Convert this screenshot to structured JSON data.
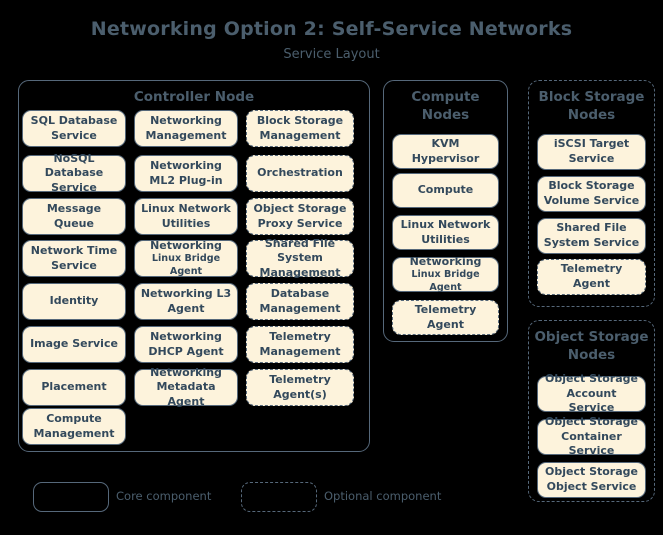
{
  "header": {
    "title": "Networking Option 2: Self-Service Networks",
    "subtitle": "Service Layout"
  },
  "groups": {
    "controller": {
      "title": "Controller Node",
      "border": "solid",
      "columns": [
        [
          {
            "label": "SQL Database Service",
            "type": "core"
          },
          {
            "label": "NoSQL Database Service",
            "type": "core"
          },
          {
            "label": "Message Queue",
            "type": "core"
          },
          {
            "label": "Network Time Service",
            "type": "core"
          },
          {
            "label": "Identity",
            "type": "core"
          },
          {
            "label": "Image Service",
            "type": "core"
          },
          {
            "label": "Placement",
            "type": "core"
          },
          {
            "label": "Compute Management",
            "type": "core"
          }
        ],
        [
          {
            "label": "Networking Management",
            "type": "core"
          },
          {
            "label": "Networking ML2 Plug-in",
            "type": "core"
          },
          {
            "label": "Linux Network Utilities",
            "type": "core"
          },
          {
            "label": "Networking",
            "sub": "Linux Bridge Agent",
            "type": "core"
          },
          {
            "label": "Networking L3 Agent",
            "type": "core"
          },
          {
            "label": "Networking DHCP Agent",
            "type": "core"
          },
          {
            "label": "Networking Metadata Agent",
            "type": "core"
          }
        ],
        [
          {
            "label": "Block Storage Management",
            "type": "optional"
          },
          {
            "label": "Orchestration",
            "type": "optional"
          },
          {
            "label": "Object Storage Proxy Service",
            "type": "optional"
          },
          {
            "label": "Shared File System Management",
            "type": "optional"
          },
          {
            "label": "Database Management",
            "type": "optional"
          },
          {
            "label": "Telemetry Management",
            "type": "optional"
          },
          {
            "label": "Telemetry Agent(s)",
            "type": "optional"
          }
        ]
      ]
    },
    "compute": {
      "title": "Compute Nodes",
      "border": "solid",
      "items": [
        {
          "label": "KVM Hypervisor",
          "type": "core"
        },
        {
          "label": "Compute",
          "type": "core"
        },
        {
          "label": "Linux Network Utilities",
          "type": "core"
        },
        {
          "label": "Networking",
          "sub": "Linux Bridge Agent",
          "type": "core"
        },
        {
          "label": "Telemetry Agent",
          "type": "optional"
        }
      ]
    },
    "block_storage": {
      "title": "Block Storage Nodes",
      "border": "dashed",
      "items": [
        {
          "label": "iSCSI Target Service",
          "type": "core"
        },
        {
          "label": "Block Storage Volume Service",
          "type": "core"
        },
        {
          "label": "Shared File System Service",
          "type": "core"
        },
        {
          "label": "Telemetry Agent",
          "type": "optional"
        }
      ]
    },
    "object_storage": {
      "title": "Object Storage Nodes",
      "border": "dashed",
      "items": [
        {
          "label": "Object Storage Account Service",
          "type": "core"
        },
        {
          "label": "Object Storage Container Service",
          "type": "core"
        },
        {
          "label": "Object Storage Object Service",
          "type": "core"
        }
      ]
    }
  },
  "legend": {
    "core_label": "Core component",
    "optional_label": "Optional component"
  },
  "colors": {
    "background": "#000000",
    "box_fill": "#fdf3dc",
    "box_text": "#33495c",
    "border": "#56687a",
    "title_text": "#4b5e6d"
  }
}
